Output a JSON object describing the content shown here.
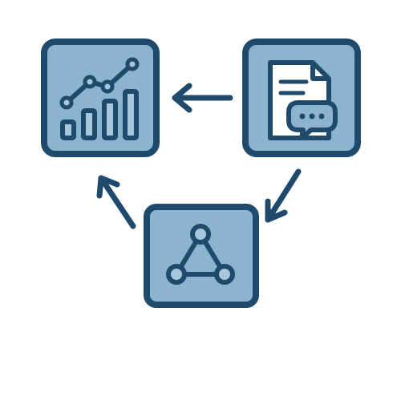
{
  "colors": {
    "background": "#ffffff",
    "stroke": "#1f4a6b",
    "tile_fill": "#8db4ce",
    "inner_fill": "#a7c7dc",
    "doc_fill": "#ffffff"
  },
  "nodes": [
    {
      "id": "analytics",
      "icon": "analytics-chart-icon"
    },
    {
      "id": "document",
      "icon": "document-chat-icon"
    },
    {
      "id": "network",
      "icon": "network-triangle-icon"
    }
  ],
  "edges": [
    {
      "from": "document",
      "to": "analytics",
      "icon": "arrow-left-icon"
    },
    {
      "from": "document",
      "to": "network",
      "icon": "arrow-down-left-icon"
    },
    {
      "from": "network",
      "to": "analytics",
      "icon": "arrow-up-left-icon"
    }
  ]
}
